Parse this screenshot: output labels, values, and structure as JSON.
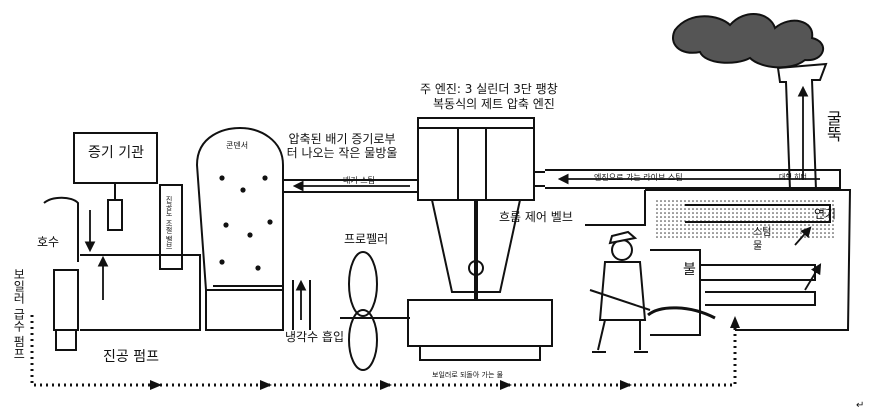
{
  "labels": {
    "steam_engine": "증기 기관",
    "condenser": "콘덴서",
    "condensed_droplets": "압축된 배기 증기로부터 나오는 작은 물방울",
    "main_engine_line1": "주 엔진: 3 실린더 3단 팽창",
    "main_engine_line2": "복동식의 제트 압축 엔진",
    "exhaust_steam": "배기 스팀",
    "live_steam_to_engine": "엔진으로 가는 라이브 스팀",
    "large_heater": "대형 히터",
    "chimney": "굴뚝",
    "smoke": "연기",
    "steam": "스팀",
    "water": "물",
    "fire": "불",
    "flow_control_valve": "흐름 제어 벨브",
    "propeller": "프로펠러",
    "cooling_water_intake": "냉각수 흡입",
    "vacuum_pump": "진공 펌프",
    "hose": "호수",
    "boiler_feed_pump": "보일러 급수 펌프",
    "water_back_to_boiler": "보일러로 되돌아 가는 물",
    "pressure_regulator": "진공도 조절 밸브"
  },
  "symbols": {
    "return_mark": "↵"
  }
}
